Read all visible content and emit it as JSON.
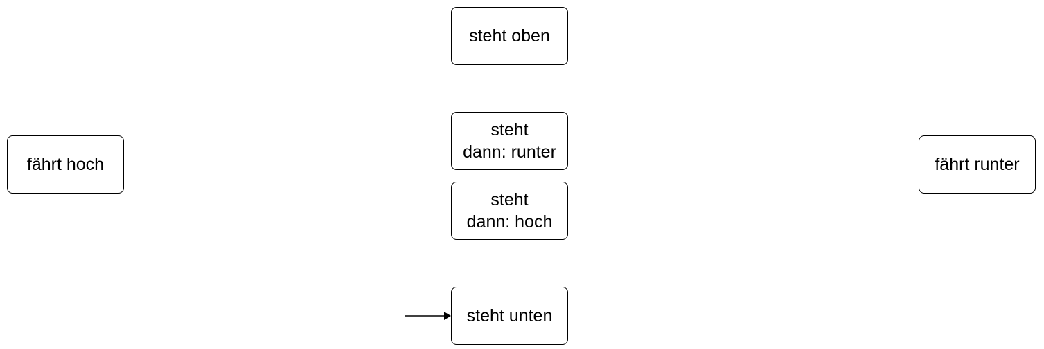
{
  "diagram": {
    "states": {
      "steht_oben": {
        "lines": [
          "steht oben"
        ]
      },
      "steht_dann_runter": {
        "lines": [
          "steht",
          "dann: runter"
        ]
      },
      "steht_dann_hoch": {
        "lines": [
          "steht",
          "dann: hoch"
        ]
      },
      "steht_unten": {
        "lines": [
          "steht unten"
        ],
        "initial": true
      },
      "faehrt_hoch": {
        "lines": [
          "fährt hoch"
        ]
      },
      "faehrt_runter": {
        "lines": [
          "fährt runter"
        ]
      }
    },
    "colors": {
      "stroke": "#000000",
      "fill": "#ffffff",
      "text": "#000000"
    }
  }
}
